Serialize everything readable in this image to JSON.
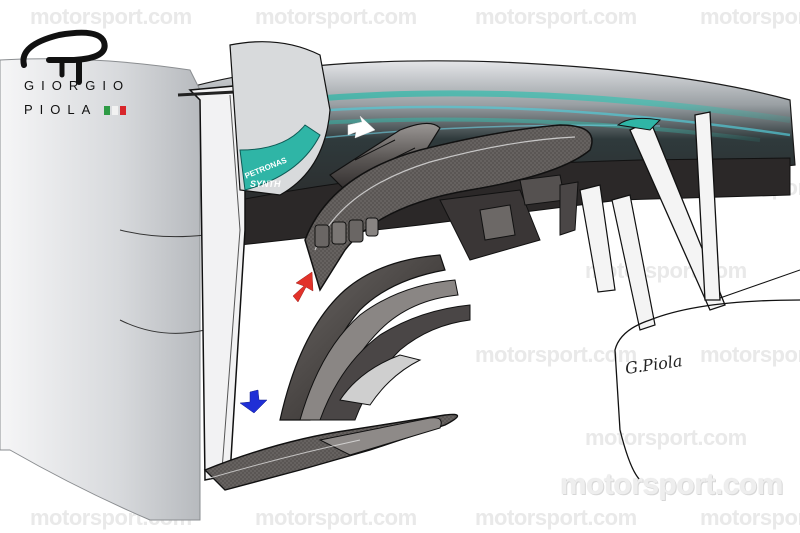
{
  "illustration": {
    "subject": "Mercedes F1 bargeboard and sidepod area technical drawing",
    "livery_text": {
      "line1": "PETRONAS",
      "line2": "SYNTH"
    }
  },
  "branding": {
    "artist_first": "GIORGIO",
    "artist_last": "PIOLA",
    "flag_colors": [
      "#2e9b45",
      "#ffffff",
      "#d8262b"
    ],
    "signature": "G.Piola"
  },
  "watermark": {
    "text": "motorsport.com",
    "main_text": "motorsport.com"
  },
  "annotations": {
    "arrows": [
      {
        "name": "white-arrow",
        "color": "#ffffff",
        "target": "sidepod vane"
      },
      {
        "name": "red-arrow",
        "color": "#e2322a",
        "target": "bargeboard slots"
      },
      {
        "name": "blue-arrow",
        "color": "#1f2fd6",
        "target": "lower bargeboard footplate"
      }
    ]
  },
  "colors": {
    "petronas_teal": "#2fb5a6",
    "body_dark": "#3a3838",
    "body_silver": "#d9dbde",
    "carbon": "#5a5654"
  }
}
